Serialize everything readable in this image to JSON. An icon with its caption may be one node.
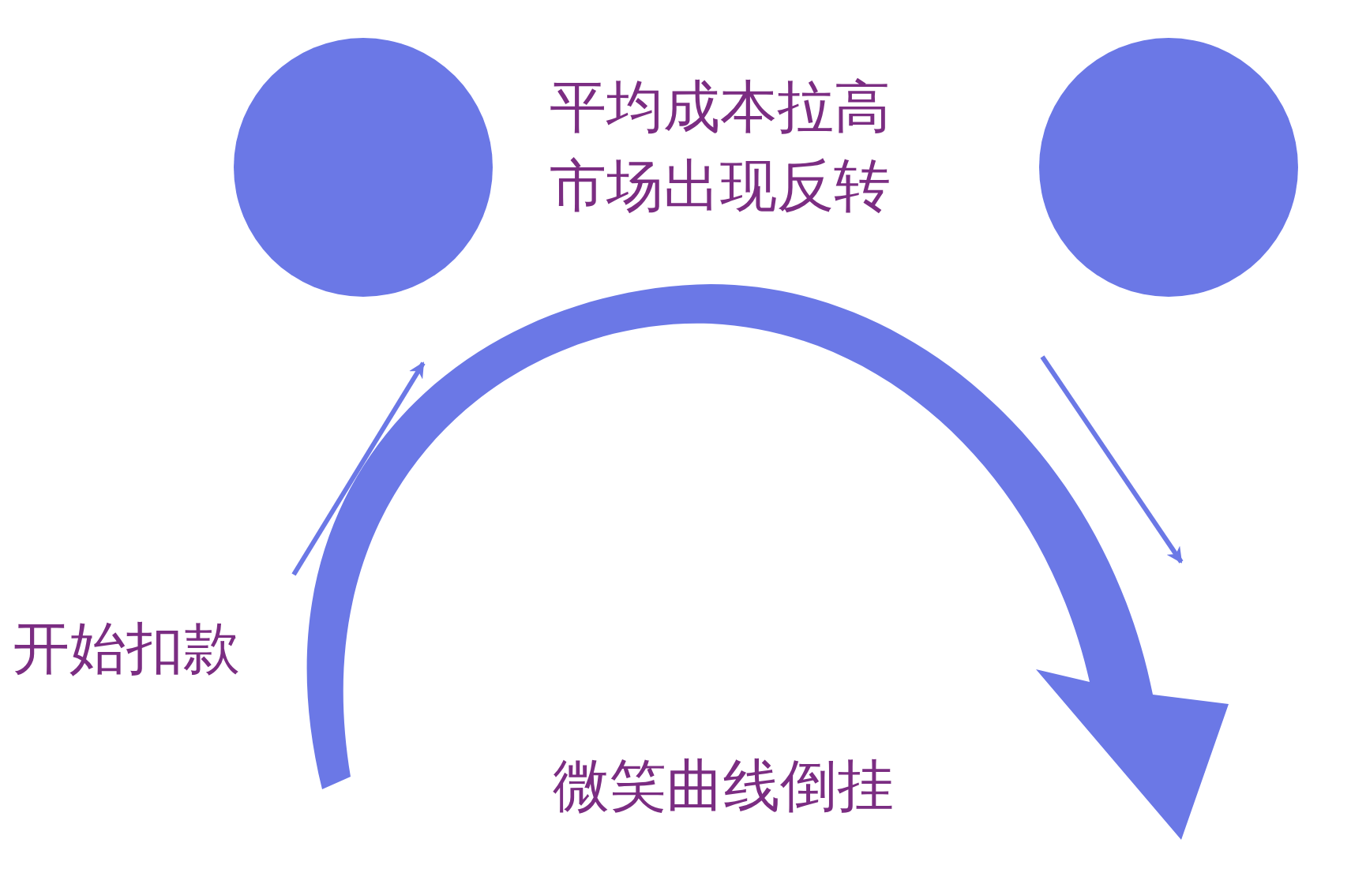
{
  "diagram": {
    "nodes": [
      {
        "text": [],
        "shape": "circle"
      },
      {
        "text": [],
        "shape": "circle"
      },
      {
        "text": [
          "开始扣款"
        ]
      }
    ],
    "edges": [
      {
        "from": 2,
        "to": 0,
        "arrow": "to"
      },
      {
        "from": 1,
        "to": null,
        "arrow": "to"
      }
    ],
    "labels": [
      "平均成本拉高市场出现反转",
      "微笑曲线倒挂"
    ]
  }
}
